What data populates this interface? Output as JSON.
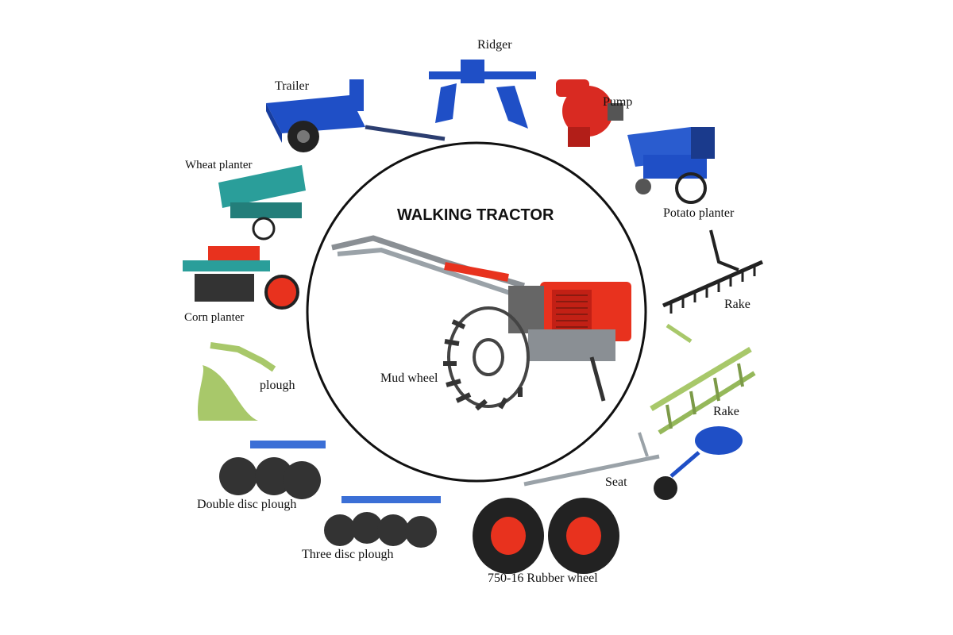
{
  "title": "WALKING TRACTOR",
  "center_label": "Mud wheel",
  "labels": {
    "ridger": "Ridger",
    "trailer": "Trailer",
    "pump": "Pump",
    "wheat_planter": "Wheat planter",
    "potato_planter": "Potato planter",
    "corn_planter": "Corn planter",
    "rake_top": "Rake",
    "plough": "plough",
    "rake_bottom": "Rake",
    "seat": "Seat",
    "double_disc_plough": "Double disc plough",
    "three_disc_plough": "Three disc plough",
    "rubber_wheel": "750-16 Rubber wheel"
  },
  "colors": {
    "tractor_red": "#e8321e",
    "blue_implement": "#1f4fc6",
    "teal_planter": "#2a9e9a",
    "green_rake": "#a8c86a",
    "steel": "#9aa2a8",
    "pump_red": "#d92a22"
  }
}
